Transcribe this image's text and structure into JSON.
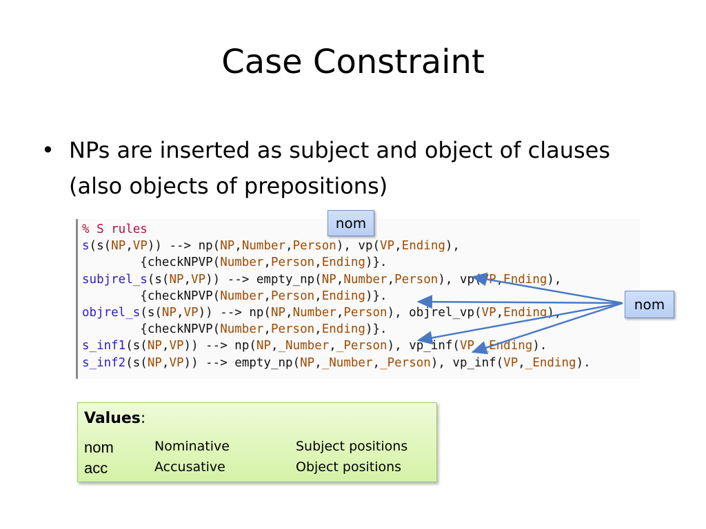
{
  "slide": {
    "title": "Case Constraint",
    "bullet": "NPs are inserted as subject and object of clauses (also objects of prepositions)"
  },
  "callouts": {
    "top_label": "nom",
    "right_label": "nom",
    "arrow_color": "#4a79c4"
  },
  "code_lines": [
    "% S rules",
    "s(s(NP,VP)) --> np(NP,Number,Person), vp(VP,Ending),",
    "        {checkNPVP(Number,Person,Ending)}.",
    "subjrel_s(s(NP,VP)) --> empty_np(NP,Number,Person), vp(VP,Ending),",
    "        {checkNPVP(Number,Person,Ending)}.",
    "objrel_s(s(NP,VP)) --> np(NP,Number,Person), objrel_vp(VP,Ending),",
    "        {checkNPVP(Number,Person,Ending)}.",
    "s_inf1(s(NP,VP)) --> np(NP,_Number,_Person), vp_inf(VP,_Ending).",
    "s_inf2(s(NP,VP)) --> empty_np(NP,_Number,_Person), vp_inf(VP,_Ending)."
  ],
  "values_box": {
    "heading": "Values",
    "heading_suffix": ":",
    "rows": [
      {
        "code": "nom",
        "name": "Nominative",
        "use": "Subject positions"
      },
      {
        "code": "acc",
        "name": "Accusative",
        "use": "Object positions"
      }
    ]
  }
}
